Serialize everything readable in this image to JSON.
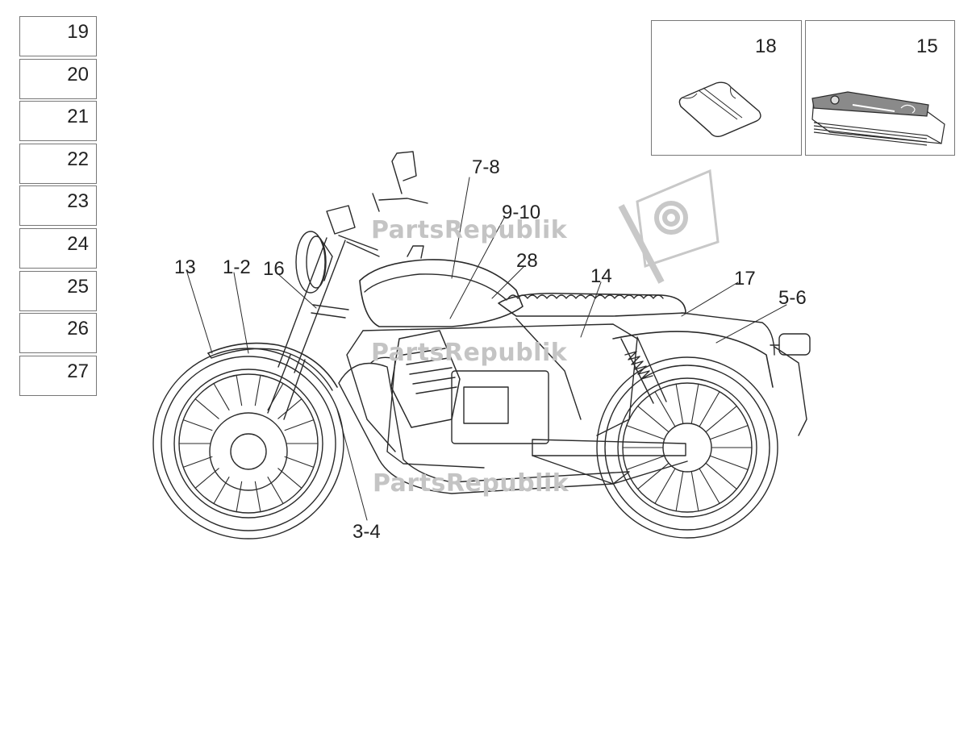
{
  "part_boxes": [
    "19",
    "20",
    "21",
    "22",
    "23",
    "24",
    "25",
    "26",
    "27"
  ],
  "insets": {
    "kit": {
      "number": "18"
    },
    "manual": {
      "number": "15"
    }
  },
  "callouts": {
    "c13": "13",
    "c1_2": "1-2",
    "c16": "16",
    "c7_8": "7-8",
    "c9_10": "9-10",
    "c28": "28",
    "c14": "14",
    "c17": "17",
    "c5_6": "5-6",
    "c3_4": "3-4"
  },
  "watermark": {
    "text": "PartsRepublik"
  },
  "colors": {
    "line": "#2a2a2a",
    "watermark": "#c4c4c4",
    "box_border": "#777777"
  }
}
